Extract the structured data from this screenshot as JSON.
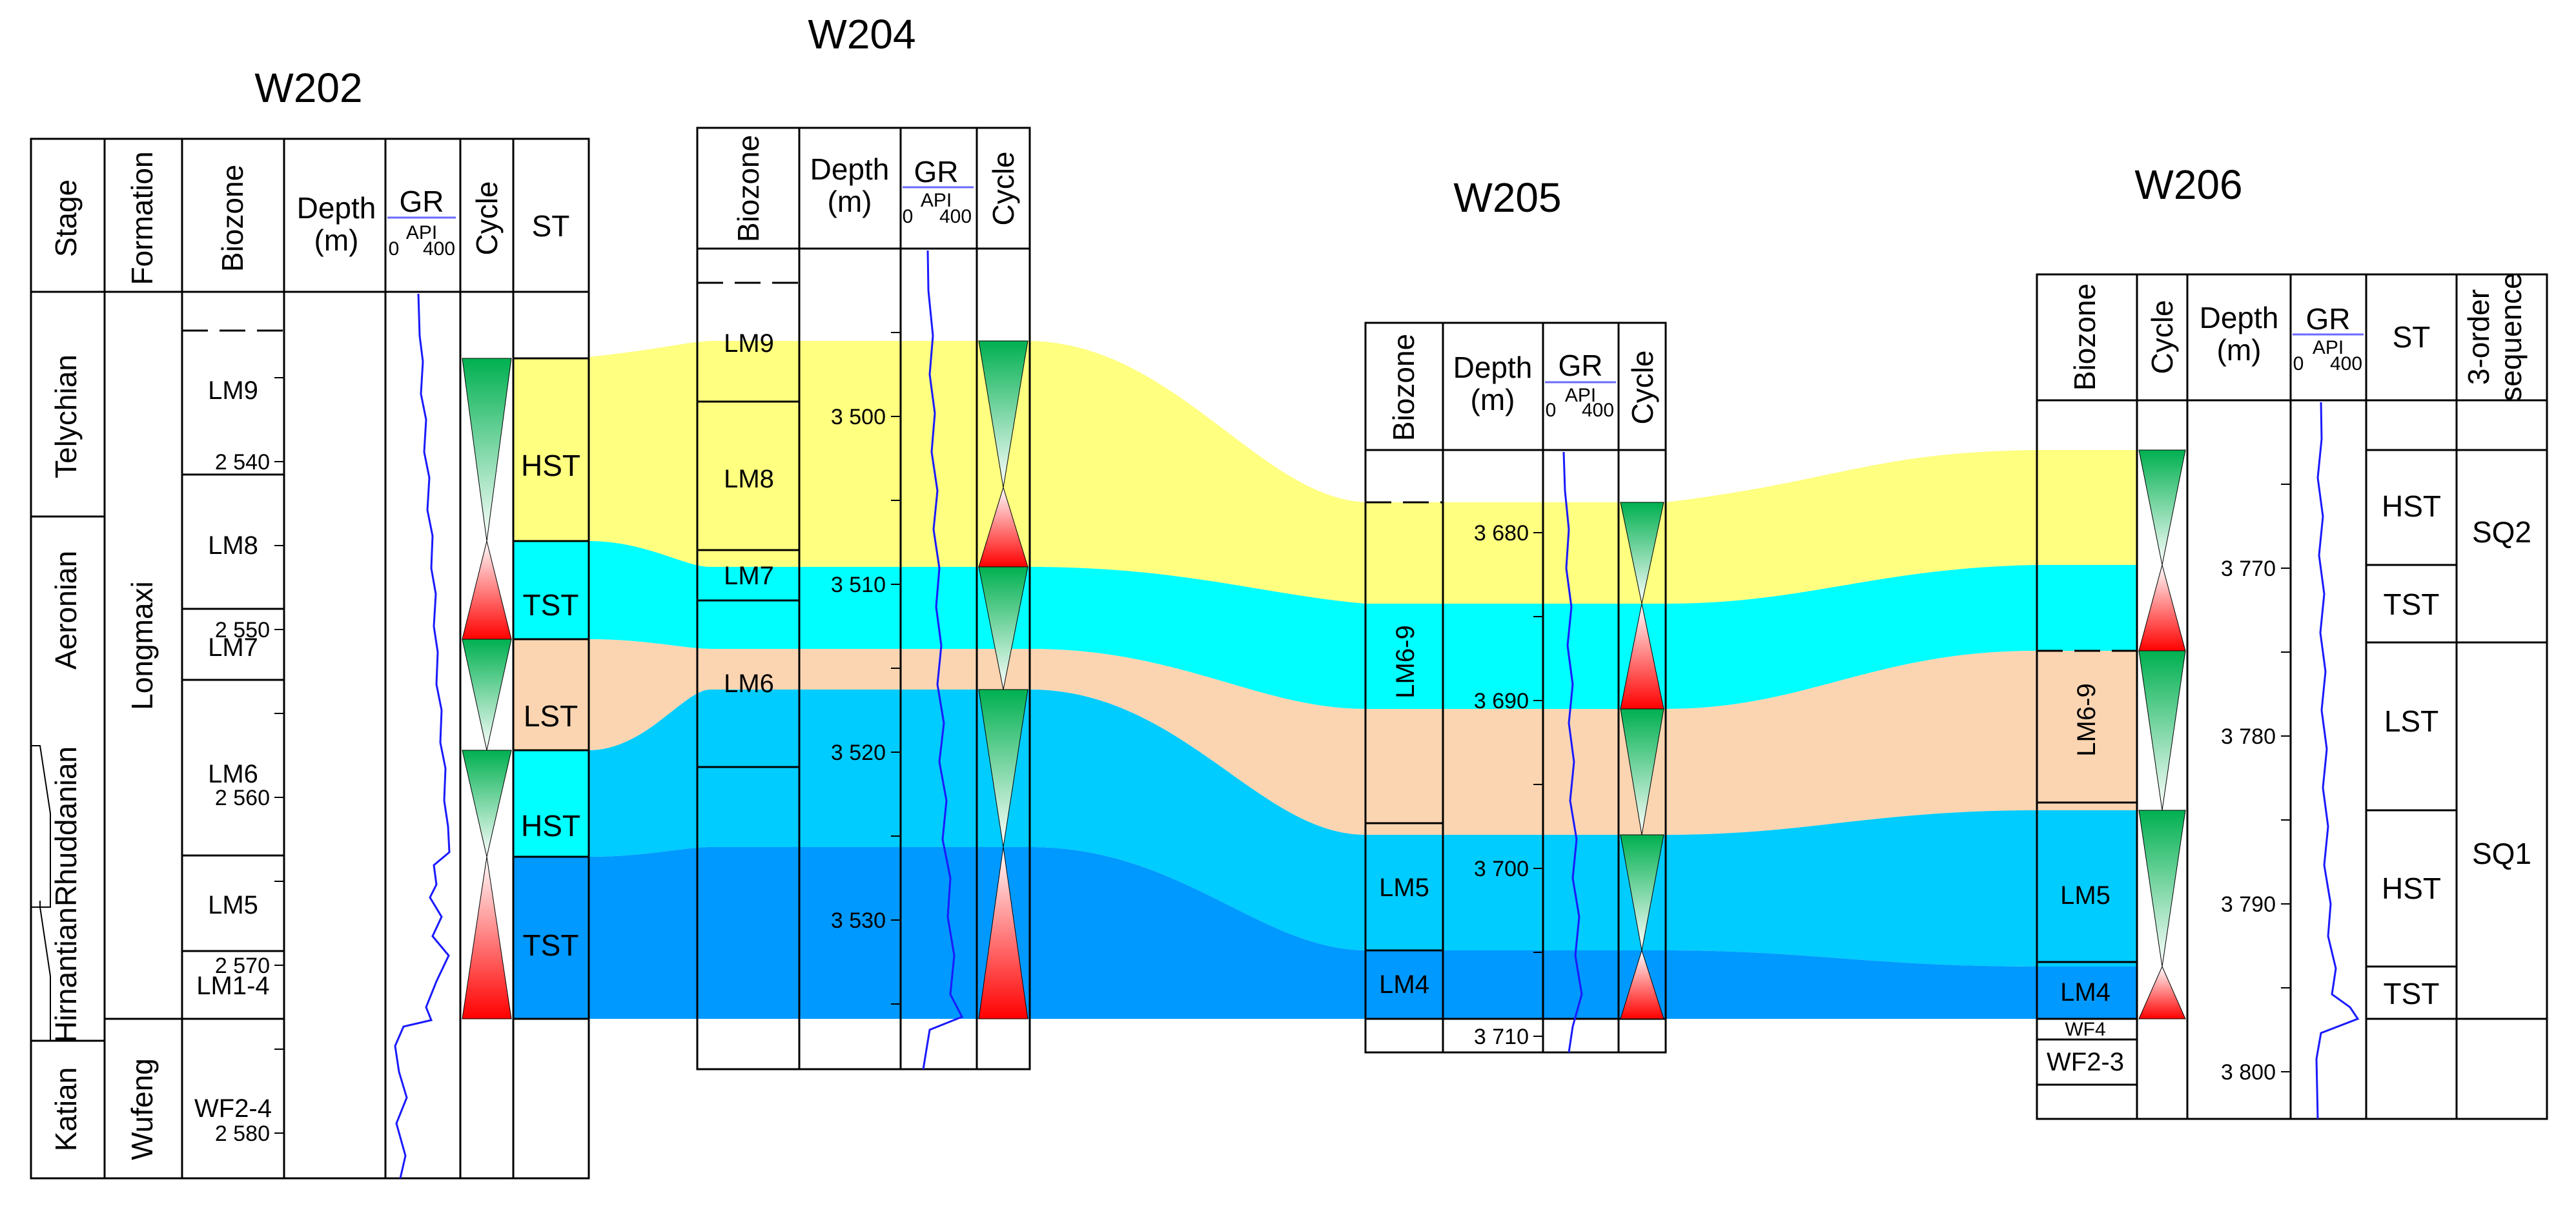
{
  "colors": {
    "yellow": "#ffff80",
    "cyan": "#00ffff",
    "peach": "#fbd5b1",
    "lightblue": "#00ccff",
    "blue": "#0099ff",
    "gr_curve": "#1a1aff",
    "green": "#00b050",
    "red": "#ff0000"
  },
  "headers": {
    "stage": "Stage",
    "formation": "Formation",
    "biozone": "Biozone",
    "depth": "Depth",
    "depth_unit": "(m)",
    "gr": "GR",
    "gr_unit": "API",
    "gr_min": "0",
    "gr_max": "400",
    "cycle": "Cycle",
    "st": "ST",
    "sequence": "3-order",
    "sequence2": "sequence"
  },
  "bands": {
    "LM9": "LM9",
    "LM8": "LM8",
    "LM7": "LM7",
    "LM6": "LM6",
    "LM5": "LM5",
    "LM1_4": "LM1-4",
    "WF2_4": "WF2-4",
    "LM6_9": "LM6-9",
    "LM4": "LM4",
    "WF4": "WF4",
    "WF2_3": "WF2-3"
  },
  "systems_tracts": {
    "HST": "HST",
    "TST": "TST",
    "LST": "LST"
  },
  "sequences": {
    "SQ1": "SQ1",
    "SQ2": "SQ2"
  },
  "wells": [
    {
      "name": "W202",
      "stages": [
        "Telychian",
        "Aeronian",
        "Rhuddanian",
        "Hirnantian",
        "Katian"
      ],
      "formations": [
        "Longmaxi",
        "Wufeng"
      ],
      "depth_ticks": [
        "2 540",
        "2 550",
        "2 560",
        "2 570",
        "2 580"
      ]
    },
    {
      "name": "W204",
      "depth_ticks": [
        "3 500",
        "3 510",
        "3 520",
        "3 530"
      ]
    },
    {
      "name": "W205",
      "depth_ticks": [
        "3 680",
        "3 690",
        "3 700",
        "3 710"
      ]
    },
    {
      "name": "W206",
      "depth_ticks": [
        "3 770",
        "3 780",
        "3 790",
        "3 800"
      ]
    }
  ]
}
